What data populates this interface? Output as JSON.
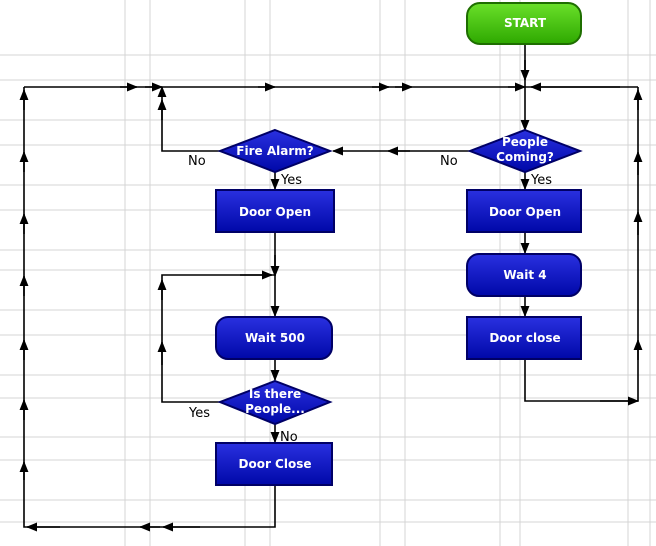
{
  "diagram": {
    "start": "START",
    "people_coming_line1": "People",
    "people_coming_line2": "Coming?",
    "fire_alarm": "Fire Alarm?",
    "door_open_left": "Door Open",
    "door_open_right": "Door Open",
    "wait_4": "Wait 4",
    "door_close_right": "Door close",
    "wait_500": "Wait 500",
    "is_there_line1": "Is there",
    "is_there_line2": "People...",
    "door_close_left": "Door Close",
    "no_people": "No",
    "yes_people": "Yes",
    "no_fire": "No",
    "yes_fire": "Yes",
    "yes_is_there": "Yes",
    "no_is_there": "No"
  },
  "colors": {
    "process_fill": "#0c12c4",
    "process_stroke": "#000066",
    "start_fill": "#44cc0a",
    "start_stroke": "#1e6e00",
    "grid": "#d4d4d4",
    "line": "#000000"
  }
}
